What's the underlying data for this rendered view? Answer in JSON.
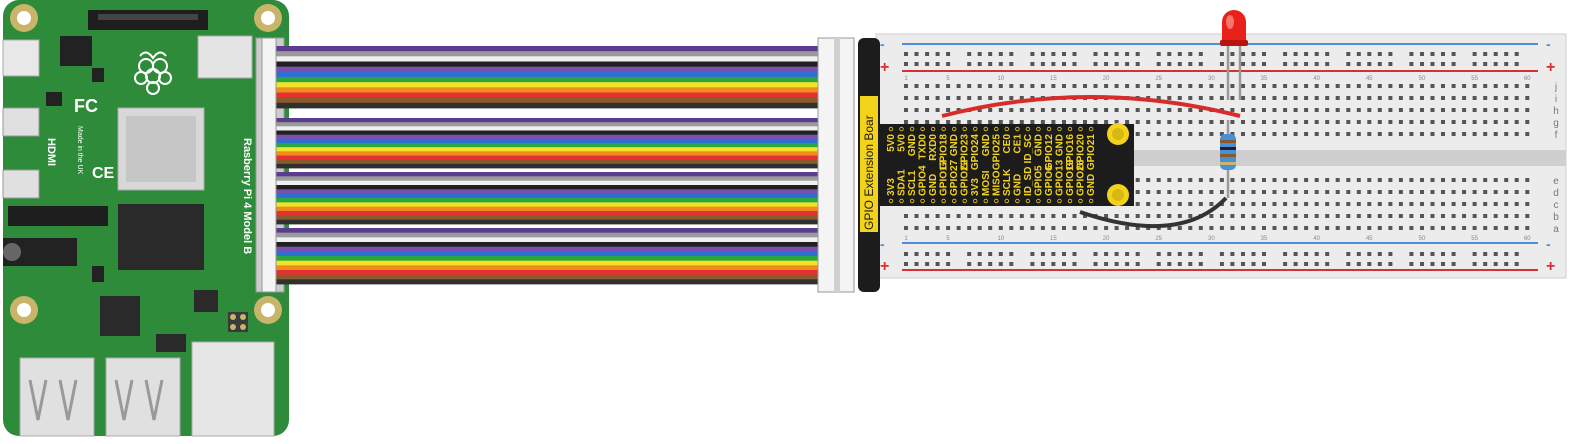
{
  "pi": {
    "model": "Rasberry Pi 4 Model B",
    "made_in": "Made in the UK",
    "hdmi": "HDMI",
    "fc": "FC",
    "ce": "CE",
    "logo_icon": "raspberry-logo-icon"
  },
  "extension_board": {
    "title": "GPIO Extension Boar",
    "pins_top": [
      "5V0",
      "5V0",
      "GND",
      "TXD0",
      "RXD0",
      "GPIO18",
      "GND",
      "GPIO23",
      "GPIO24",
      "GND",
      "GPIO25",
      "CE0",
      "CE1",
      "ID_SC",
      "GND",
      "GPIO12",
      "GND",
      "GPIO16",
      "GPIO20",
      "GPIO21"
    ],
    "pins_bottom": [
      "3V3",
      "SDA1",
      "SCL1",
      "GPIO4",
      "GND",
      "GPIO17",
      "GPIO27",
      "GPIO22",
      "3V3",
      "MOSI",
      "MISO",
      "SCLK",
      "GND",
      "ID_SD",
      "GPIO5",
      "GPIO6",
      "GPIO13",
      "GPIO19",
      "GPIO26",
      "GND"
    ]
  },
  "breadboard": {
    "column_numbers": [
      "1",
      "5",
      "10",
      "15",
      "20",
      "25",
      "30",
      "35",
      "40",
      "45",
      "50",
      "55",
      "60"
    ],
    "rows_top": [
      "j",
      "i",
      "h",
      "g",
      "f"
    ],
    "rows_bottom": [
      "e",
      "d",
      "c",
      "b",
      "a"
    ],
    "rail_plus": "+",
    "rail_minus": "-"
  },
  "ribbon_colors": [
    "#5b3c8e",
    "#9a9a9a",
    "#f0f0f0",
    "#202020",
    "#7b4fb0",
    "#2e6fd0",
    "#2aa640",
    "#f2e22a",
    "#f08c1e",
    "#e53030",
    "#8a5a2a",
    "#303030"
  ],
  "colors": {
    "pcb": "#2e8b3a",
    "led": "#e8221b",
    "wire_red": "#d82b2b",
    "wire_black": "#333333",
    "board_bg": "#ececec"
  }
}
